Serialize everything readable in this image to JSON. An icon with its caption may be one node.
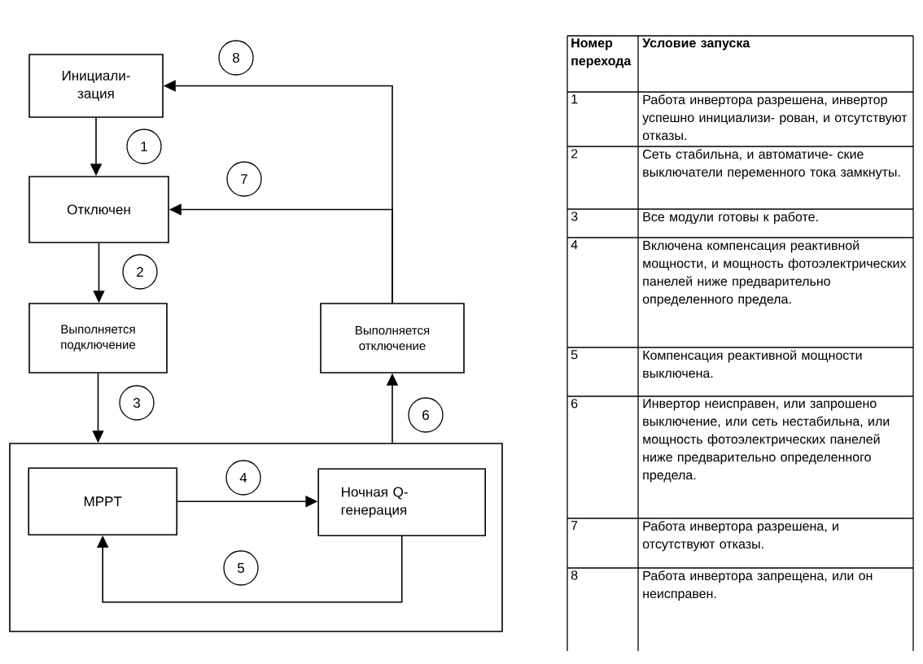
{
  "diagram": {
    "nodes": [
      {
        "text": [
          "Инициали- зация"
        ]
      },
      {
        "text": [
          "Отключен"
        ]
      },
      {
        "text": [
          "Выполняется подключение"
        ]
      },
      {
        "text": [
          "Выполняется отключение"
        ]
      },
      {
        "text": [],
        "shape": "box"
      },
      {
        "text": [
          "MPPT"
        ],
        "in": 4
      },
      {
        "text": [
          "Ночная Q- генерация"
        ],
        "in": 4
      }
    ],
    "edges": [
      {
        "from": 0,
        "to": 1,
        "arrow": "to",
        "label": "1"
      },
      {
        "from": 1,
        "to": 2,
        "arrow": "to",
        "label": "2"
      },
      {
        "from": 2,
        "to": 4,
        "arrow": "to",
        "label": "3"
      },
      {
        "from": 5,
        "to": 6,
        "arrow": "to",
        "label": "4"
      },
      {
        "from": 6,
        "to": 5,
        "arrow": "to",
        "label": "5"
      },
      {
        "from": 4,
        "to": 3,
        "arrow": "to",
        "label": "6"
      },
      {
        "from": 3,
        "to": 1,
        "arrow": "to",
        "label": "7"
      },
      {
        "from": 3,
        "to": 0,
        "arrow": "to",
        "label": "8"
      }
    ],
    "labels": [
      "Номер перехода",
      "Условие запуска",
      "1",
      "Работа инвертора разрешена, инвертор успешно инициализи- рован, и отсутствуют отказы.",
      "2",
      "Сеть стабильна, и автоматиче- ские выключатели переменного тока замкнуты.",
      "3",
      "Все модули готовы к работе.",
      "4",
      "Включена компенсация реактивной мощности, и мощность фотоэлектрических панелей ниже предварительно определенного предела.",
      "5",
      "Компенсация реактивной мощности выключена.",
      "6",
      "Инвертор неисправен, или запрошено выключение, или сеть нестабильна, или мощность фотоэлектрических панелей ниже предварительно определенного предела.",
      "7",
      "Работа инвертора разрешена, и отсутствуют отказы.",
      "8",
      "Работа инвертора запрещена, или он неисправен."
    ]
  }
}
